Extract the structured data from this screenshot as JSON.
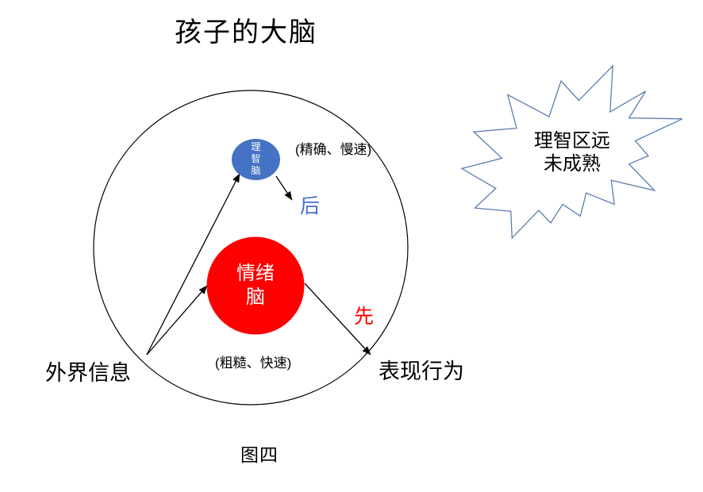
{
  "title": "孩子的大脑",
  "caption": "图四",
  "labels": {
    "input": "外界信息",
    "output": "表现行为"
  },
  "rational_brain": {
    "name": "理智脑",
    "annotation": "(精确、慢速)",
    "order": "后",
    "fill": "#4472C4",
    "text_color": "#FFFFFF",
    "order_color": "#4472C4"
  },
  "emotional_brain": {
    "name": "情绪脑",
    "annotation": "(粗糙、快速)",
    "order": "先",
    "fill": "#FF0000",
    "text_color": "#FFFFFF",
    "order_color": "#FF0000"
  },
  "callout": {
    "line1": "理智区远",
    "line2": "未成熟",
    "outline_color": "#5B7DAF",
    "fill": "#FFFFFF"
  },
  "stroke_color": "#000000"
}
